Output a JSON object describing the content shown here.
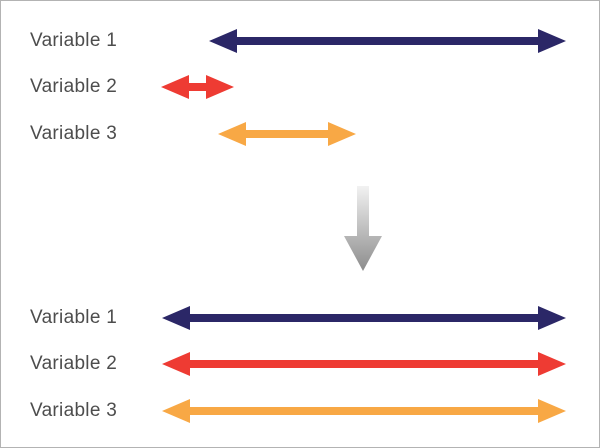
{
  "diagram": {
    "description": "Variables with different ranges are transformed to share a common range",
    "before": {
      "rows": [
        {
          "label": "Variable 1",
          "color": "#2b2767"
        },
        {
          "label": "Variable 2",
          "color": "#ee3b33"
        },
        {
          "label": "Variable 3",
          "color": "#f8a845"
        }
      ]
    },
    "transform": {
      "icon": "down-arrow-icon",
      "gradient_top": "#f2f2f2",
      "gradient_bottom": "#8c8c8c"
    },
    "after": {
      "rows": [
        {
          "label": "Variable 1",
          "color": "#2b2767"
        },
        {
          "label": "Variable 2",
          "color": "#ee3b33"
        },
        {
          "label": "Variable 3",
          "color": "#f8a845"
        }
      ]
    }
  },
  "colors": {
    "background": "#ffffff",
    "border": "#b3b3b3",
    "label_text": "#4d4d4d",
    "navy": "#2b2767",
    "red": "#ee3b33",
    "orange": "#f8a845"
  }
}
